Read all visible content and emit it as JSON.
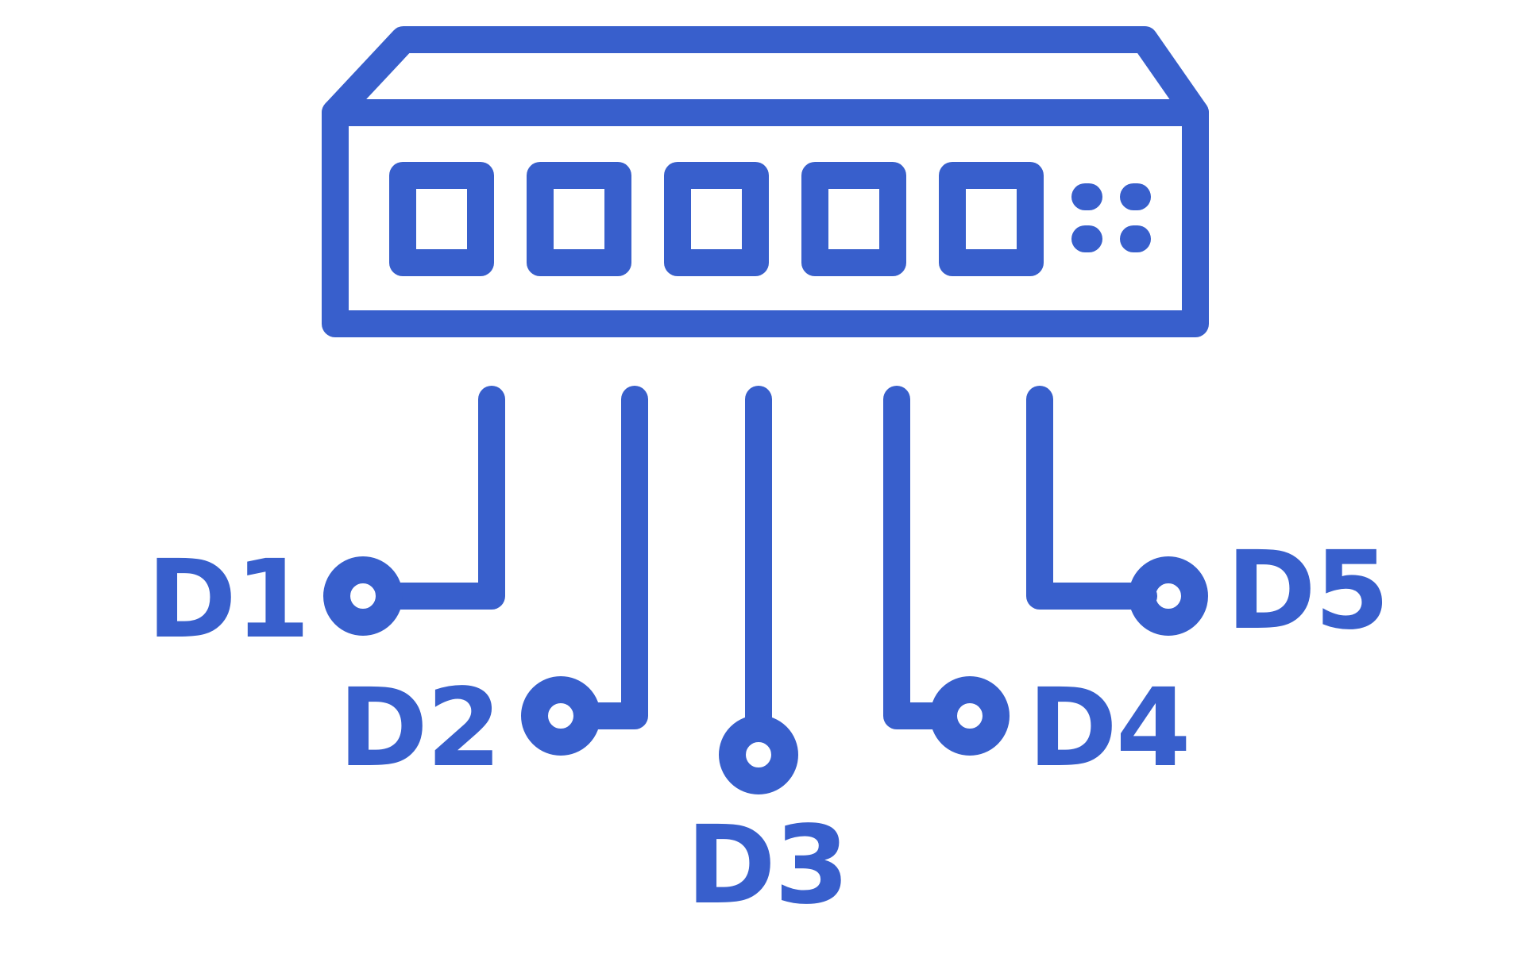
{
  "colors": {
    "stroke": "#385fcc",
    "background": "#ffffff"
  },
  "switch": {
    "icon": "network-switch-icon",
    "ports": [
      "port-1",
      "port-2",
      "port-3",
      "port-4",
      "port-5"
    ],
    "leds": [
      "led-1",
      "led-2",
      "led-3",
      "led-4"
    ]
  },
  "devices": [
    {
      "id": "d1",
      "label": "D1"
    },
    {
      "id": "d2",
      "label": "D2"
    },
    {
      "id": "d3",
      "label": "D3"
    },
    {
      "id": "d4",
      "label": "D4"
    },
    {
      "id": "d5",
      "label": "D5"
    }
  ]
}
